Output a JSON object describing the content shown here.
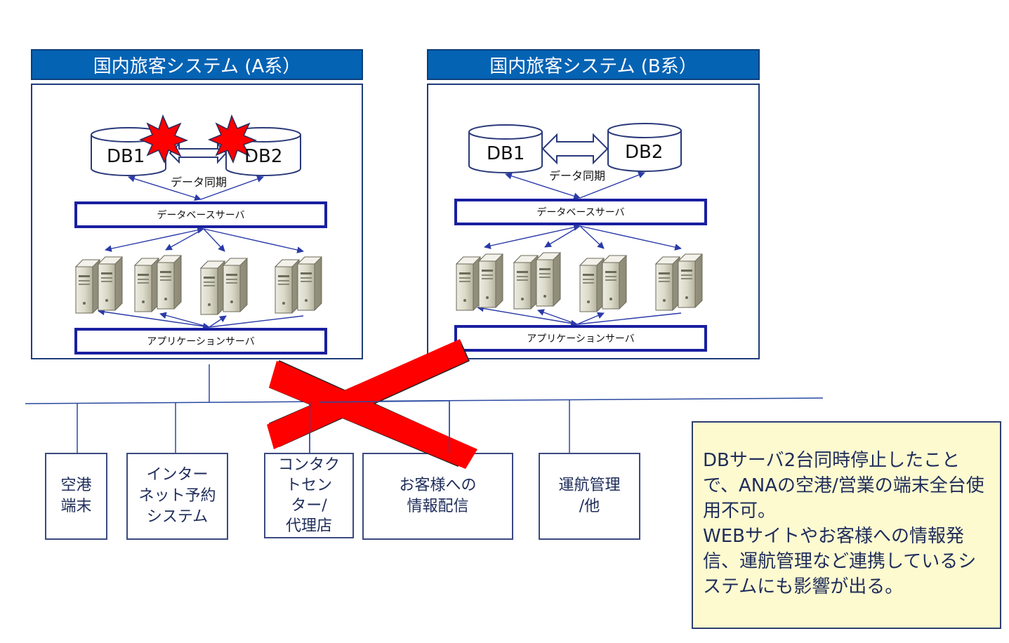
{
  "system_a": {
    "title": "国内旅客システム (A系）",
    "db1": "DB1",
    "db2": "DB2",
    "sync_label": "データ同期",
    "db_server": "データベースサーバ",
    "app_server": "アプリケーションサーバ"
  },
  "system_b": {
    "title": "国内旅客システム (B系）",
    "db1": "DB1",
    "db2": "DB2",
    "sync_label": "データ同期",
    "db_server": "データベースサーバ",
    "app_server": "アプリケーションサーバ"
  },
  "terminals": [
    {
      "label": "空港\n端末"
    },
    {
      "label": "インター\nネット予約\nシステム"
    },
    {
      "label": "コンタク\nトセン\nター/\n代理店"
    },
    {
      "label": "お客様への\n情報配信"
    },
    {
      "label": "運航管理\n/他"
    }
  ],
  "note": {
    "text": "DBサーバ2台同時停止したことで、ANAの空港/営業の端末全台使用不可。\nWEBサイトやお客様への情報発信、運航管理など連携しているシステムにも影響が出る。"
  },
  "colors": {
    "title_bar": "#0563b4",
    "server_border": "#1a1fa0",
    "arrow": "#2a3aa8",
    "failure_red": "#ff0000",
    "note_bg": "#fdfad0"
  }
}
